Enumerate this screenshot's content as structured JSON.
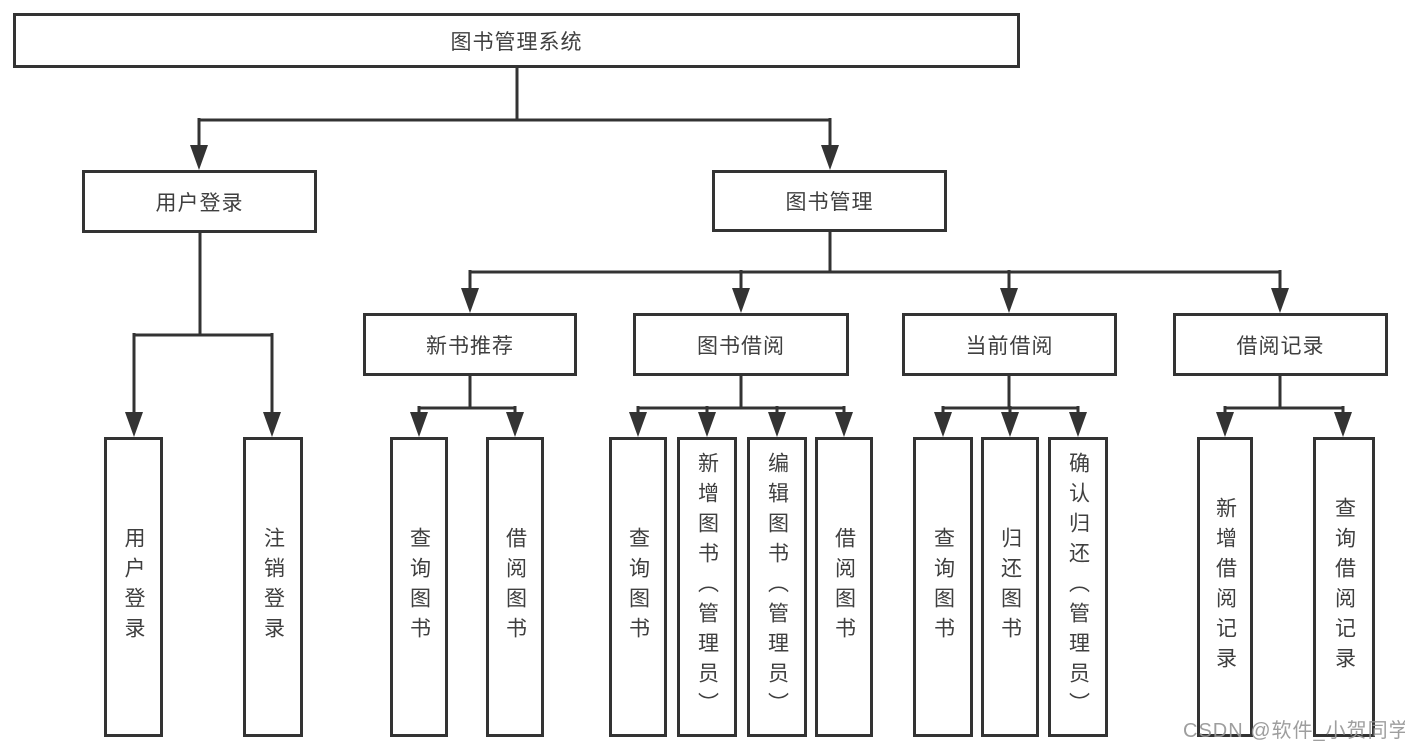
{
  "diagram_type": "functional-structure-tree",
  "tree": {
    "label": "图书管理系统",
    "children": [
      {
        "label": "用户登录",
        "children": [
          {
            "label": "用户登录"
          },
          {
            "label": "注销登录"
          }
        ]
      },
      {
        "label": "图书管理",
        "children": [
          {
            "label": "新书推荐",
            "children": [
              {
                "label": "查询图书"
              },
              {
                "label": "借阅图书"
              }
            ]
          },
          {
            "label": "图书借阅",
            "children": [
              {
                "label": "查询图书"
              },
              {
                "label": "新增图书（管理员）"
              },
              {
                "label": "编辑图书（管理员）"
              },
              {
                "label": "借阅图书"
              }
            ]
          },
          {
            "label": "当前借阅",
            "children": [
              {
                "label": "查询图书"
              },
              {
                "label": "归还图书"
              },
              {
                "label": "确认归还（管理员）"
              }
            ]
          },
          {
            "label": "借阅记录",
            "children": [
              {
                "label": "新增借阅记录"
              },
              {
                "label": "查询借阅记录"
              }
            ]
          }
        ]
      }
    ]
  },
  "watermark": {
    "text": "CSDN @软件_小贺同学"
  },
  "colors": {
    "background": "#ffffff",
    "line": "#333333",
    "box_border": "#333333",
    "text": "#3f3f3f",
    "watermark": "#969696"
  }
}
